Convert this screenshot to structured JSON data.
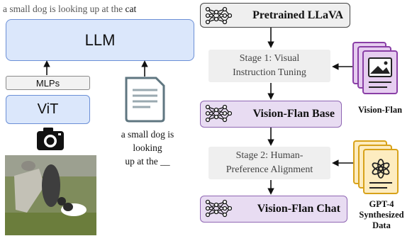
{
  "left": {
    "top_caption_prefix": "a small dog is looking up at the",
    "top_caption_answer": "cat",
    "llm_label": "LLM",
    "mlp_label": "MLPs",
    "vit_label": "ViT",
    "bottom_caption_line1": "a small dog is looking",
    "bottom_caption_line2": "up at the __"
  },
  "right": {
    "pretrained_label": "Pretrained LLaVA",
    "stage1_line1": "Stage 1: Visual",
    "stage1_line2": "Instruction Tuning",
    "base_label": "Vision-Flan Base",
    "stage2_line1": "Stage 2: Human-",
    "stage2_line2": "Preference Alignment",
    "chat_label": "Vision-Flan Chat",
    "vision_flan_data_label": "Vision-Flan",
    "gpt_label_line1": "GPT-4",
    "gpt_label_line2": "Synthesized",
    "gpt_label_line3": "Data"
  },
  "icons": {
    "model": "neural-network-icon",
    "camera": "camera-icon",
    "document": "document-icon",
    "image_dataset": "image-dataset-icon",
    "gpt_dataset": "openai-dataset-icon"
  },
  "colors": {
    "llm_fill": "#dbe7fb",
    "llm_border": "#6b8fd6",
    "model_fill": "#e8dcf2",
    "model_border": "#8f66b3",
    "stage_fill": "#efefef",
    "vision_flan_data_fill": "#e6cdf0",
    "gpt_data_fill": "#fdecc0"
  }
}
